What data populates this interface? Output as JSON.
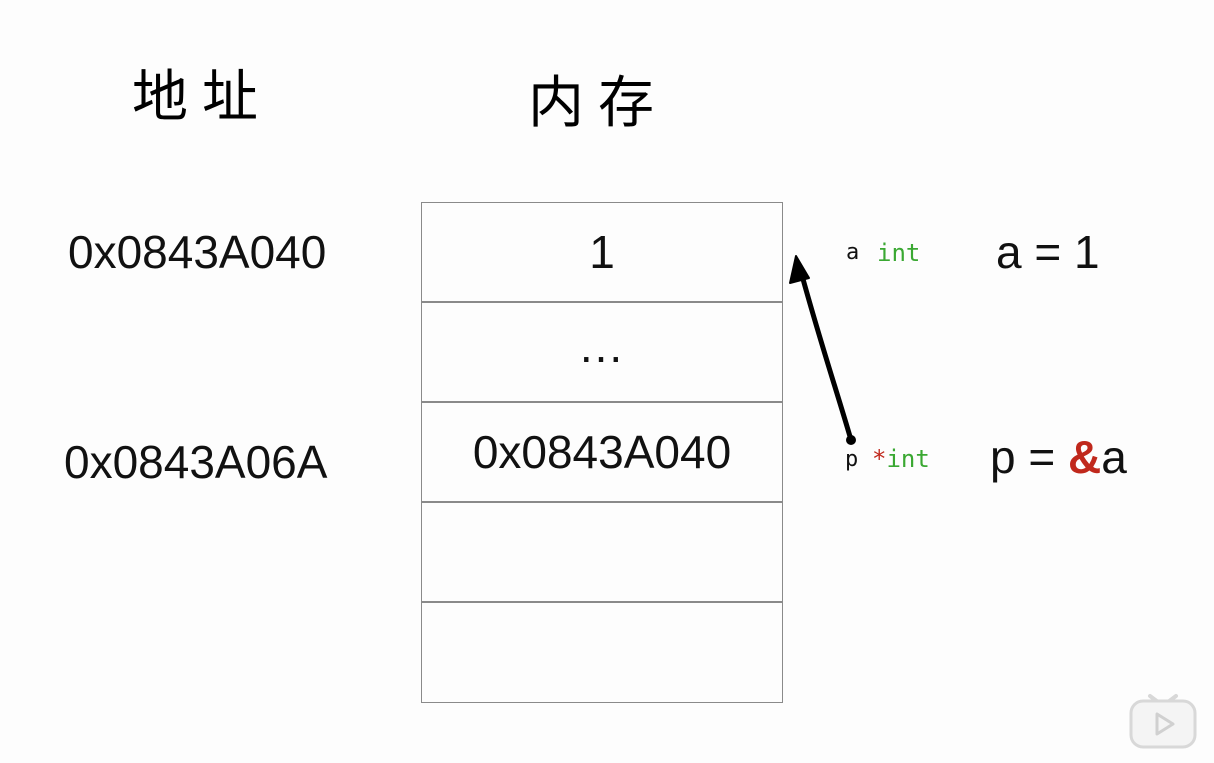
{
  "headings": {
    "address": "地址",
    "memory": "内存"
  },
  "addresses": [
    "0x0843A040",
    "0x0843A06A"
  ],
  "memory_cells": [
    "1",
    "...",
    "0x0843A040",
    "",
    ""
  ],
  "variables": [
    {
      "name": "a",
      "pointer_star": "",
      "type": "int",
      "expression_lhs": "a = 1",
      "expression_ref": ""
    },
    {
      "name": "p",
      "pointer_star": "*",
      "type": "int",
      "expression_lhs": "p = ",
      "expression_ref": "&",
      "expression_rhs": "a"
    }
  ],
  "colors": {
    "type_green": "#3aa832",
    "pointer_red": "#c0281c",
    "cell_border": "#8a8a8a"
  },
  "icons": {
    "arrow": "pointer-arrow-icon",
    "logo": "video-player-logo-icon"
  }
}
